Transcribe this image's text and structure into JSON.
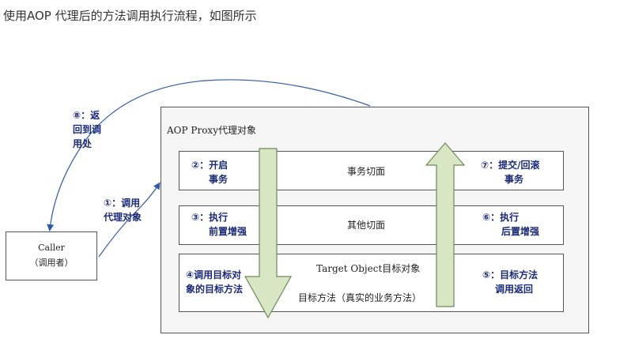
{
  "heading": "使用AOP 代理后的方法调用执行流程，如图所示",
  "diagram": {
    "proxy_title": "AOP Proxy代理对象",
    "caller_lines": [
      "Caller",
      "（调用者）"
    ],
    "aspect1_label": "事务切面",
    "aspect2_label": "其他切面",
    "target_title": "Target Object目标对象",
    "target_label": "目标方法（真实的业务方法）",
    "steps": {
      "s1": [
        "①：调用",
        "代理对象"
      ],
      "s2": [
        "②：开启",
        "事务"
      ],
      "s3": [
        "③：执行",
        "前置增强"
      ],
      "s4": [
        "④调用目标对",
        "象的目标方法"
      ],
      "s5": [
        "⑤：目标方法",
        "调用返回"
      ],
      "s6": [
        "⑥：执行",
        "后置增强"
      ],
      "s7": [
        "⑦：提交/回滚",
        "事务"
      ],
      "s8": [
        "⑧：返",
        "回到调",
        "用处"
      ]
    },
    "colors": {
      "step_text": "#1a2a7a",
      "arrow_fill": "#d8e6c4",
      "arrow_stroke": "#6b8a55",
      "connector": "#2e5aa8",
      "proxy_background": "#f5f5f5"
    }
  }
}
